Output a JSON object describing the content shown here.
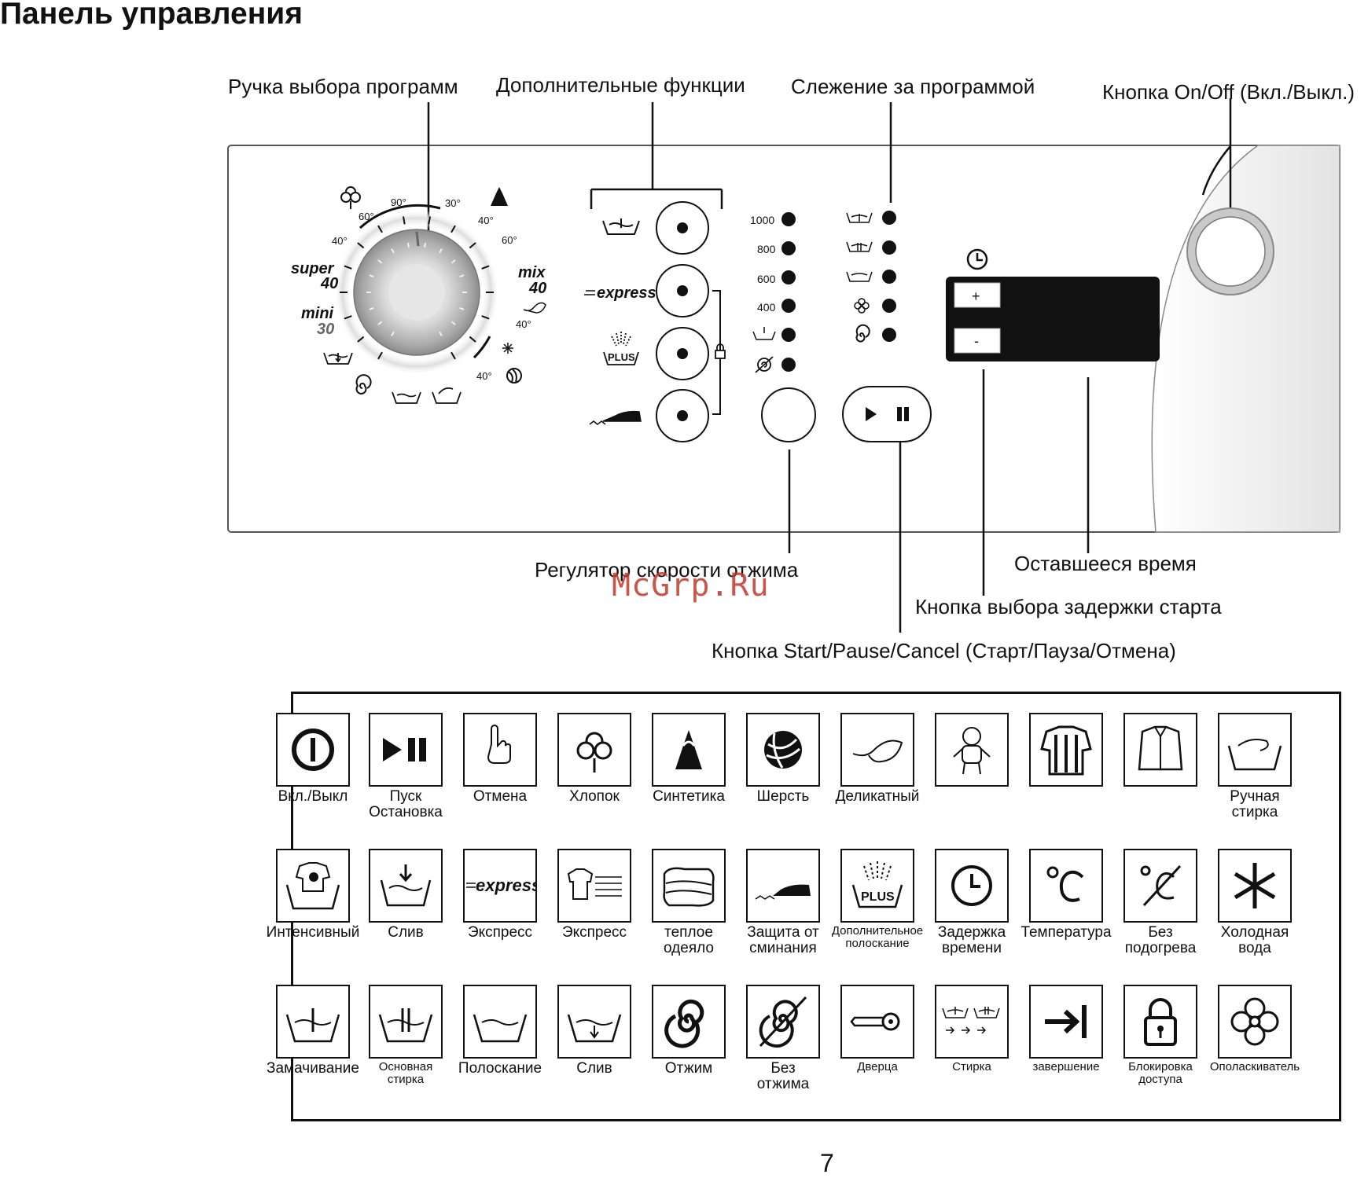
{
  "title": "Панель управления",
  "callouts": {
    "program_knob": "Ручка выбора программ",
    "extra_functions": "Дополнительные функции",
    "program_tracking": "Слежение за программой",
    "on_off": "Кнопка On/Off (Вкл./Выкл.)",
    "spin_regulator": "Регулятор скорости отжима",
    "remaining_time": "Оставшееся время",
    "delay_start": "Кнопка выбора задержки старта",
    "start_pause": "Кнопка Start/Pause/Cancel (Старт/Пауза/Отмена)"
  },
  "dial": {
    "temps_left": [
      "40°",
      "60°",
      "90°"
    ],
    "temps_right": [
      "30°",
      "40°",
      "60°"
    ],
    "super_line1": "super",
    "super_line2": "40",
    "mini_line1": "mini",
    "mini_line2": "30",
    "mix_line1": "mix",
    "mix_line2": "40",
    "delicate_temp": "40°",
    "wool_temp": "40°"
  },
  "express_label": "express",
  "plus_label": "PLUS",
  "spin_speeds": [
    "1000",
    "800",
    "600",
    "400"
  ],
  "delay_buttons": {
    "plus": "+",
    "minus": "-"
  },
  "legend": [
    {
      "label": "Вкл./Выкл",
      "icon": "power-icon"
    },
    {
      "label": "Пуск\nОстановка",
      "icon": "play-pause-icon"
    },
    {
      "label": "Отмена",
      "icon": "hand-pointer-icon"
    },
    {
      "label": "Хлопок",
      "icon": "cotton-icon"
    },
    {
      "label": "Синтетика",
      "icon": "synthetic-icon"
    },
    {
      "label": "Шерсть",
      "icon": "wool-icon"
    },
    {
      "label": "Деликатный",
      "icon": "delicate-icon"
    },
    {
      "label": "",
      "icon": "baby-icon"
    },
    {
      "label": "",
      "icon": "shirt-striped-icon"
    },
    {
      "label": "",
      "icon": "shirt-icon"
    },
    {
      "label": "Ручная\nстирка",
      "icon": "handwash-icon"
    },
    {
      "label": "Интенсивный",
      "icon": "intensive-icon"
    },
    {
      "label": "Слив",
      "icon": "drain-icon"
    },
    {
      "label": "Экспресс",
      "icon": "express-icon"
    },
    {
      "label": "Экспресс",
      "icon": "express-shirt-icon"
    },
    {
      "label": "теплое\nодеяло",
      "icon": "blanket-icon"
    },
    {
      "label": "Защита от\nсминания",
      "icon": "iron-icon"
    },
    {
      "label": "Дополнительное\nполоскание",
      "icon": "plus-rinse-icon",
      "small": true
    },
    {
      "label": "Задержка\nвремени",
      "icon": "clock-icon"
    },
    {
      "label": "Температура",
      "icon": "celsius-icon"
    },
    {
      "label": "Без\nподогрева",
      "icon": "no-heat-icon"
    },
    {
      "label": "Холодная\nвода",
      "icon": "snowflake-icon"
    },
    {
      "label": "Замачивание",
      "icon": "soak-icon"
    },
    {
      "label": "Основная\nстирка",
      "icon": "main-wash-icon",
      "small": true
    },
    {
      "label": "Полоскание",
      "icon": "rinse-icon"
    },
    {
      "label": "Слив",
      "icon": "drain-small-icon"
    },
    {
      "label": "Отжим",
      "icon": "spin-icon"
    },
    {
      "label": "Без\nотжима",
      "icon": "no-spin-icon"
    },
    {
      "label": "Дверца",
      "icon": "door-key-icon",
      "small": true
    },
    {
      "label": "Стирка",
      "icon": "wash-sequence-icon",
      "small": true
    },
    {
      "label": "завершение",
      "icon": "end-icon",
      "small": true
    },
    {
      "label": "Блокировка\nдоступа",
      "icon": "lock-icon",
      "small": true
    },
    {
      "label": "Ополаскиватель",
      "icon": "softener-icon",
      "small": true
    }
  ],
  "page_number": "7",
  "watermark": "McGrp.Ru"
}
